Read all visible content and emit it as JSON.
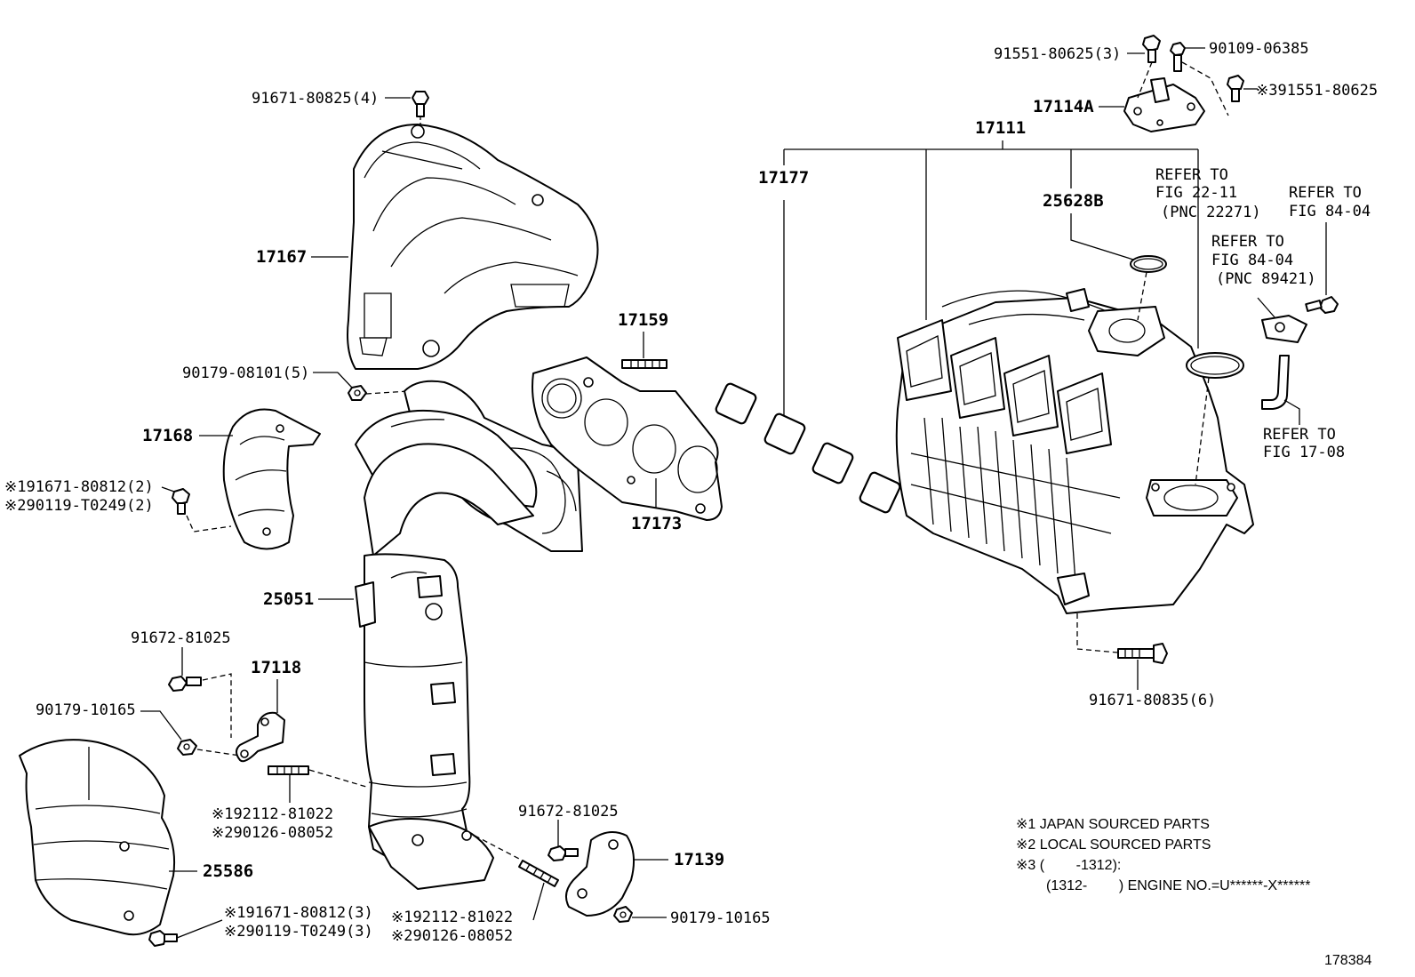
{
  "parts": {
    "p91551_80625_3": "91551-80625(3)",
    "p90109_06385": "90109-06385",
    "p17114A": "17114A",
    "p91551_80625_note3": "※391551-80625",
    "p91671_80825_4": "91671-80825(4)",
    "p17111": "17111",
    "p17177": "17177",
    "p25628B": "25628B",
    "refer_22_11": [
      "REFER TO",
      "FIG 22-11",
      "(PNC 22271)"
    ],
    "refer_84_04_a": [
      "REFER TO",
      "FIG 84-04"
    ],
    "refer_84_04_b": [
      "REFER TO",
      "FIG 84-04",
      "(PNC 89421)"
    ],
    "refer_17_08": [
      "REFER TO",
      "FIG 17-08"
    ],
    "p17167": "17167",
    "p17159": "17159",
    "p90179_08101_5": "90179-08101(5)",
    "p17168": "17168",
    "p91671_80812_2": "※191671-80812(2)",
    "p90119_T0249_2": "※290119-T0249(2)",
    "p17173": "17173",
    "p25051": "25051",
    "p91672_81025_a": "91672-81025",
    "p17118": "17118",
    "p90179_10165_a": "90179-10165",
    "p92112_81022_a": "※192112-81022",
    "p90126_08052_a": "※290126-08052",
    "p25586": "25586",
    "p91671_80812_3": "※191671-80812(3)",
    "p90119_T0249_3": "※290119-T0249(3)",
    "p92112_81022_b": "※192112-81022",
    "p90126_08052_b": "※290126-08052",
    "p91672_81025_b": "91672-81025",
    "p17139": "17139",
    "p90179_10165_b": "90179-10165",
    "p91671_80835_6": "91671-80835(6)"
  },
  "notes": {
    "n1": "※1 JAPAN SOURCED PARTS",
    "n2": "※2 LOCAL SOURCED PARTS",
    "n3": "※3 (        -1312):",
    "n3b": "(1312-        ) ENGINE NO.=U******-X******"
  },
  "figure_id": "178384"
}
